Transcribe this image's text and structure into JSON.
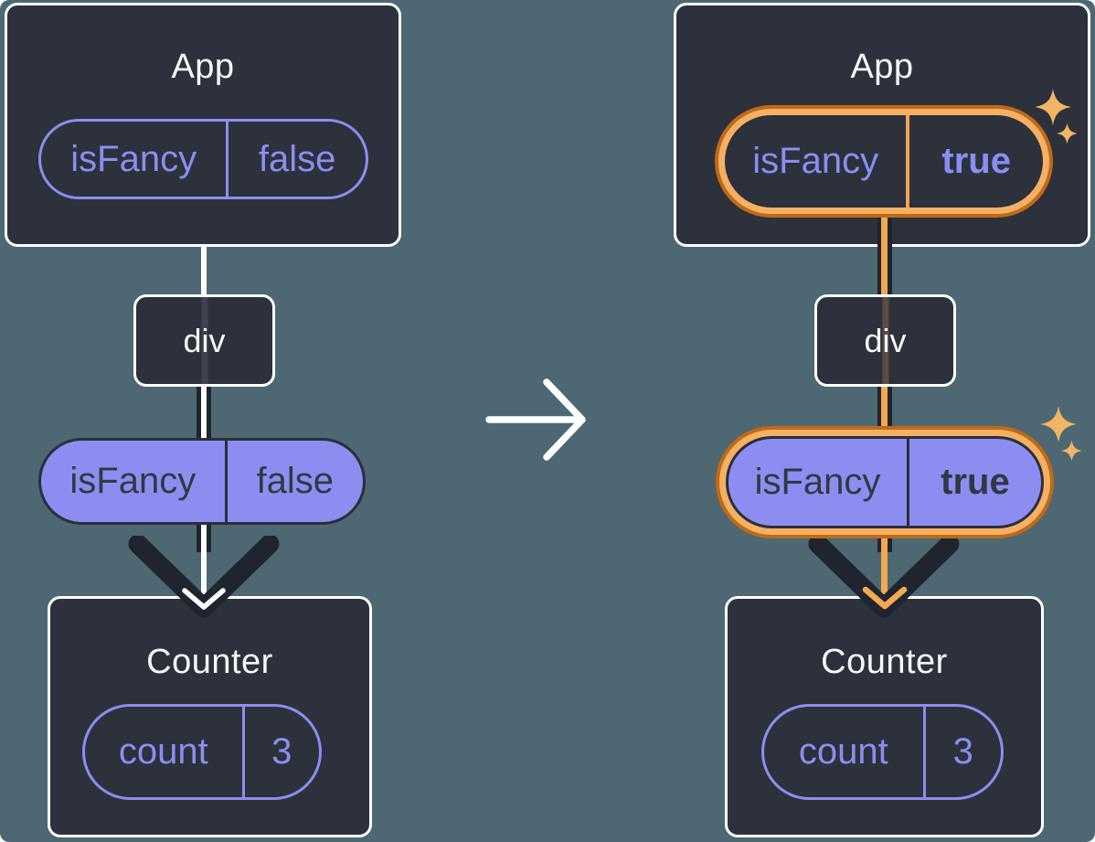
{
  "before": {
    "app": {
      "title": "App",
      "prop": {
        "name": "isFancy",
        "value": "false"
      }
    },
    "div": {
      "label": "div"
    },
    "passed_prop": {
      "name": "isFancy",
      "value": "false"
    },
    "counter": {
      "title": "Counter",
      "state": {
        "name": "count",
        "value": "3"
      }
    }
  },
  "after": {
    "app": {
      "title": "App",
      "prop": {
        "name": "isFancy",
        "value": "true"
      }
    },
    "div": {
      "label": "div"
    },
    "passed_prop": {
      "name": "isFancy",
      "value": "true"
    },
    "counter": {
      "title": "Counter",
      "state": {
        "name": "count",
        "value": "3"
      }
    }
  },
  "icons": {
    "transition": "arrow-right-icon",
    "prop_flow": "chevron-down-arrowhead-icon",
    "highlight": "sparkles-icon"
  },
  "colors": {
    "background": "#4d6872",
    "component_box": "#2c313c",
    "box_border": "#ffffff",
    "purple": "#8b8ef0",
    "dark_text": "#313844",
    "dark_arrow": "#20242e",
    "orange_edge": "#bf6a18",
    "orange_band": "#f5b063",
    "orange_line": "#f3a952",
    "sparkle": "#f2b465"
  }
}
